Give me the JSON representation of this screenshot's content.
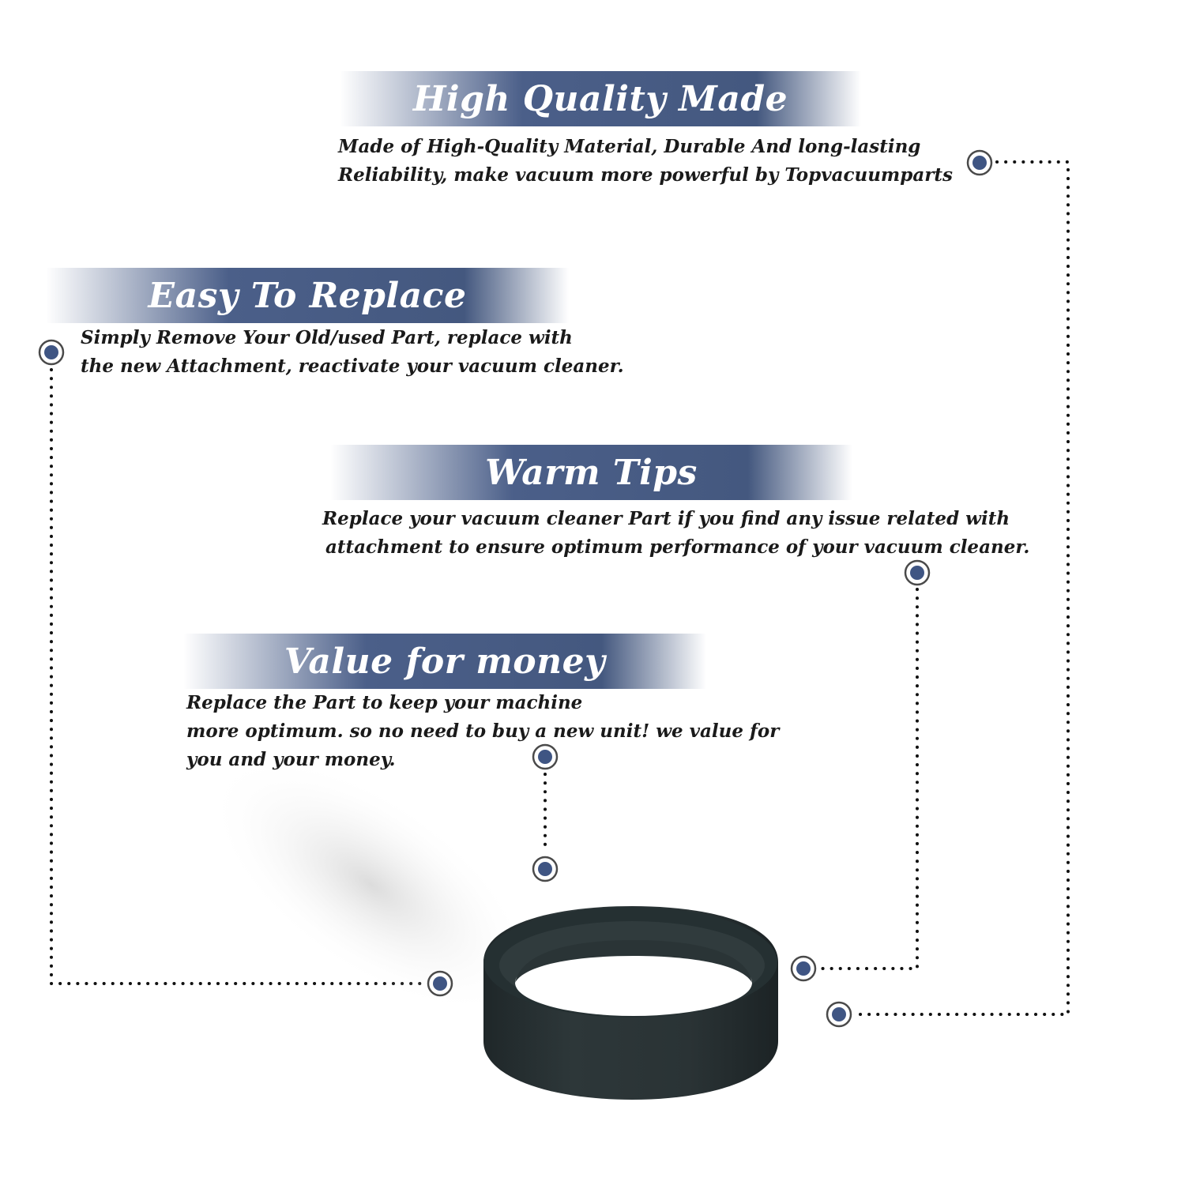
{
  "features": [
    {
      "title": "High Quality Made",
      "lines": [
        "Made of  High-Quality Material, Durable And long-lasting",
        "Reliability, make vacuum more powerful by Topvacuumparts"
      ]
    },
    {
      "title": "Easy To Replace",
      "lines": [
        "Simply Remove Your Old/used Part, replace with",
        "the new Attachment, reactivate your vacuum cleaner."
      ]
    },
    {
      "title": "Warm Tips",
      "lines": [
        "Replace your vacuum cleaner Part if you find any issue related with",
        "attachment to ensure optimum performance of your vacuum cleaner."
      ]
    },
    {
      "title": "Value for money",
      "lines": [
        "Replace the Part to keep your machine",
        "more optimum. so no need to buy a new unit! we value for",
        "you and your money."
      ]
    }
  ],
  "colors": {
    "banner": "#4b5f89",
    "marker": "#3f5583",
    "dots": "#111111",
    "belt": "#2a3335"
  },
  "icons": [
    "marker-dot-icon"
  ],
  "product": "vacuum-belt"
}
